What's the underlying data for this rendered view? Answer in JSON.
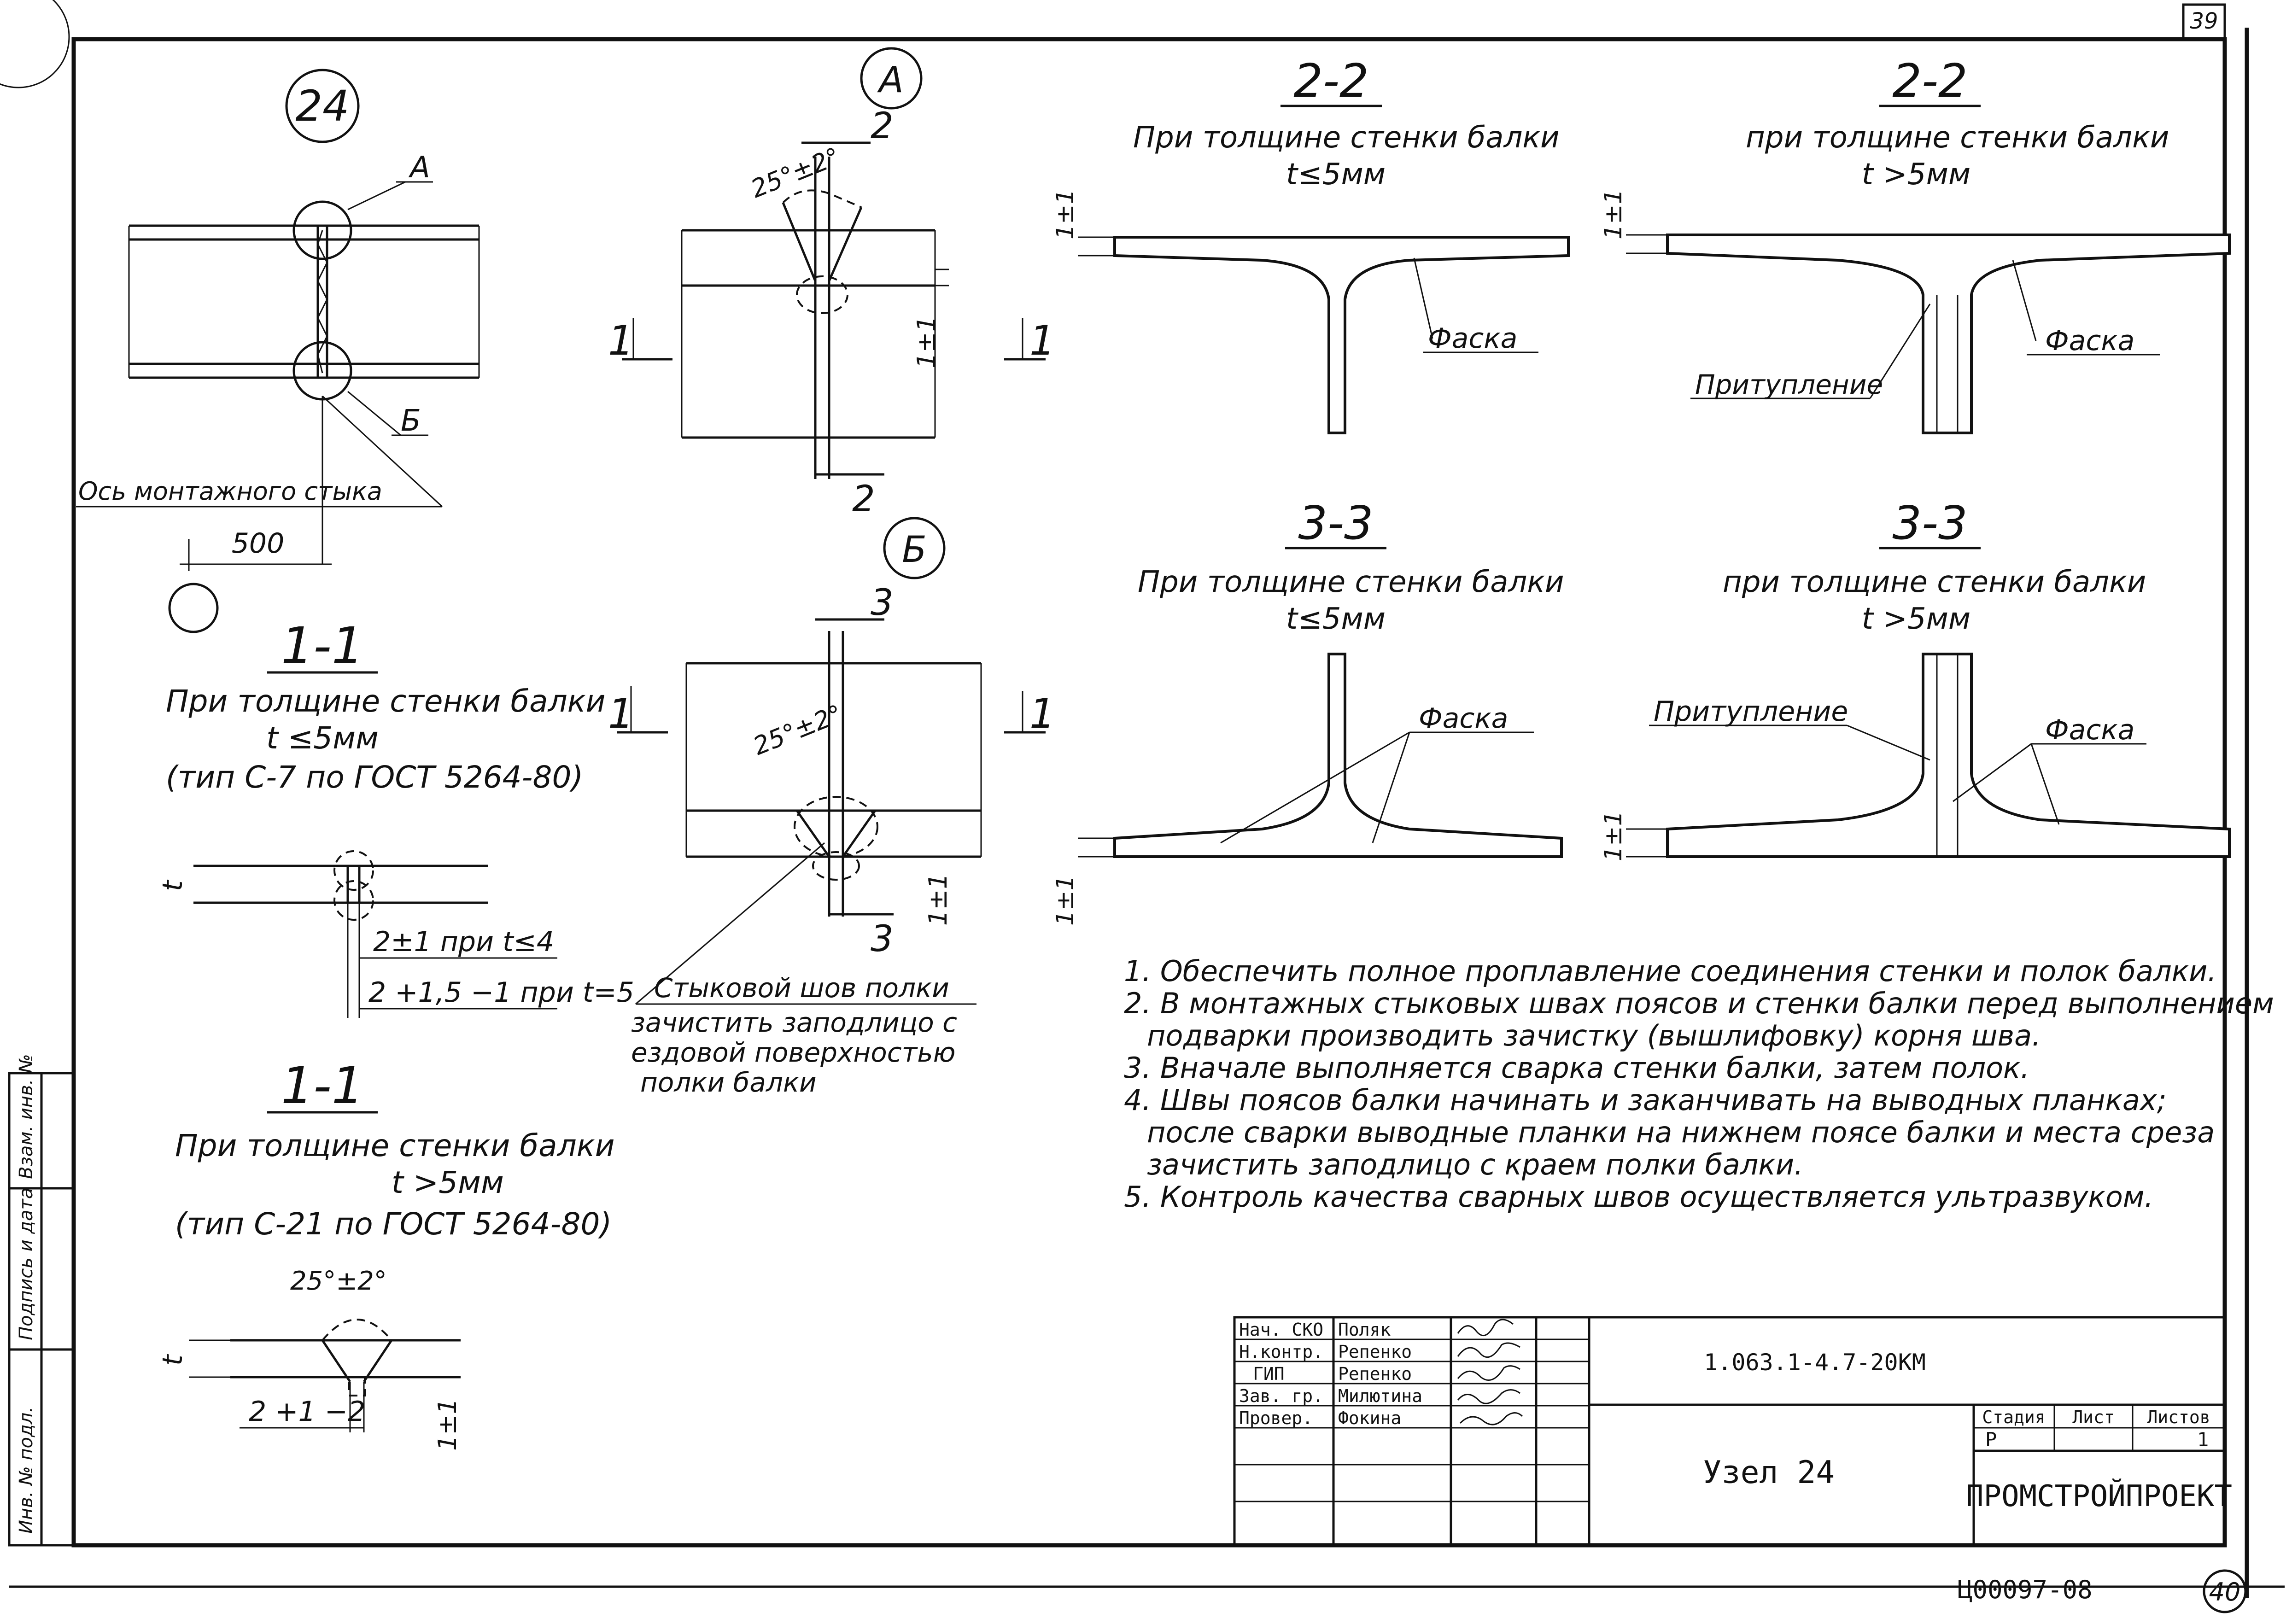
{
  "sheet": {
    "node_circle": "24",
    "corner_sheet": "39",
    "page_circle": "40",
    "archive_number": "Ц00097-08",
    "side_labels": [
      "Инв. № подл.",
      "Подпись и дата",
      "Взам. инв. №"
    ]
  },
  "plan": {
    "label_a": "А",
    "label_b": "Б",
    "axis_label": "Ось монтажного стыка",
    "dim_500": "500"
  },
  "detail_a": {
    "circle": "А",
    "cut_top": "2",
    "cut_bottom": "2",
    "angle": "25°±2°",
    "dim": "1±1",
    "cut_left": "1",
    "cut_right": "1"
  },
  "detail_b": {
    "circle": "Б",
    "cut_top": "3",
    "cut_bottom": "3",
    "angle": "25°±2°",
    "dim": "1±1",
    "cut_left": "1",
    "cut_right": "1",
    "note1": "Стыковой шов полки",
    "note2": "зачистить заподлицо с",
    "note3": "ездовой поверхностью",
    "note4": "полки балки"
  },
  "section_1_1_a": {
    "title": "1-1",
    "line1": "При толщине стенки балки",
    "line2": "t ≤5мм",
    "line3": "(тип С-7 по ГОСТ 5264-80)",
    "dim_t": "t",
    "gap1": "2±1 при t≤4",
    "gap2": "2 +1,5 −1 при t=5"
  },
  "section_1_1_b": {
    "title": "1-1",
    "line1": "При толщине стенки балки",
    "line2": "t >5мм",
    "line3": "(тип С-21 по ГОСТ 5264-80)",
    "angle": "25°±2°",
    "dim_t": "t",
    "gap": "2 +1 −2",
    "dim": "1±1"
  },
  "section_2_2_a": {
    "title": "2-2",
    "line1": "При толщине стенки балки",
    "line2": "t≤5мм",
    "dim": "1±1",
    "label": "Фаска"
  },
  "section_2_2_b": {
    "title": "2-2",
    "line1": "при толщине стенки балки",
    "line2": "t >5мм",
    "dim": "1±1",
    "label1": "Фаска",
    "label2": "Притупление"
  },
  "section_3_3_a": {
    "title": "3-3",
    "line1": "При толщине стенки балки",
    "line2": "t≤5мм",
    "dim": "1±1",
    "label": "Фаска"
  },
  "section_3_3_b": {
    "title": "3-3",
    "line1": "при толщине стенки балки",
    "line2": "t >5мм",
    "dim": "1±1",
    "label1": "Притупление",
    "label2": "Фаска"
  },
  "notes": [
    "1. Обеспечить полное проплавление соединения стенки и полок балки.",
    "2. В монтажных стыковых швах поясов и стенки балки перед выполнением",
    "подварки производить зачистку (вышлифовку) корня шва.",
    "3. Вначале выполняется сварка стенки балки, затем полок.",
    "4. Швы поясов балки начинать и заканчивать на выводных планках;",
    "после сварки выводные планки на нижнем поясе балки и места среза",
    "зачистить заподлицо с краем полки балки.",
    "5. Контроль качества сварных швов осуществляется ультразвуком."
  ],
  "title_block": {
    "rows": [
      {
        "role": "Нач. СКО",
        "name": "Поляк"
      },
      {
        "role": "Н.контр.",
        "name": "Репенко"
      },
      {
        "role": "ГИП",
        "name": "Репенко"
      },
      {
        "role": "Зав. гр.",
        "name": "Милютина"
      },
      {
        "role": "Провер.",
        "name": "Фокина"
      }
    ],
    "code": "1.063.1-4.7-20КМ",
    "name": "Узел 24",
    "stage_h": "Стадия",
    "sheet_h": "Лист",
    "sheets_h": "Листов",
    "stage": "Р",
    "sheets": "1",
    "org": "ПРОМСТРОЙПРОЕКТ"
  }
}
